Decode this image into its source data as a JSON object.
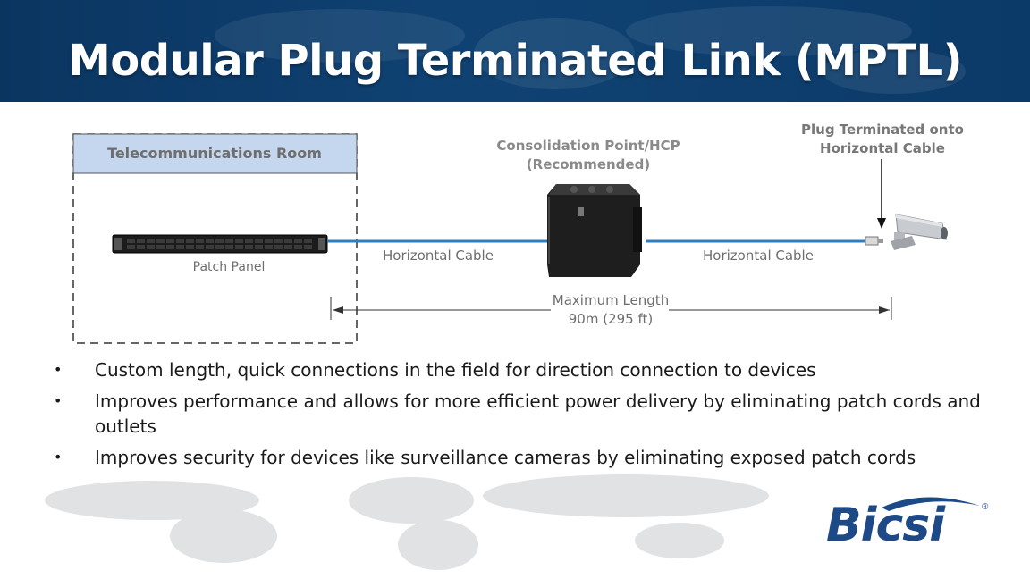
{
  "title": "Modular Plug Terminated Link (MPTL)",
  "diagram": {
    "room_label": "Telecommunications Room",
    "patch_panel_label": "Patch Panel",
    "consolidation_line1": "Consolidation Point/HCP",
    "consolidation_line2": "(Recommended)",
    "plug_line1": "Plug Terminated onto",
    "plug_line2": "Horizontal Cable",
    "horizontal_cable_left": "Horizontal Cable",
    "horizontal_cable_right": "Horizontal Cable",
    "max_length_line1": "Maximum Length",
    "max_length_line2": "90m (295 ft)"
  },
  "bullets": [
    "Custom length, quick connections in the field for direction connection to devices",
    "Improves performance and allows for more efficient power delivery by eliminating patch cords and outlets",
    "Improves security for devices like surveillance cameras by eliminating exposed patch cords"
  ],
  "bullet_glyph": "•",
  "logo": {
    "text": "Bicsi",
    "mark": "®"
  },
  "colors": {
    "header": "#0f4273",
    "room_header": "#c5d7ee",
    "cable": "#2d7fc1",
    "logo": "#1d4a86"
  }
}
